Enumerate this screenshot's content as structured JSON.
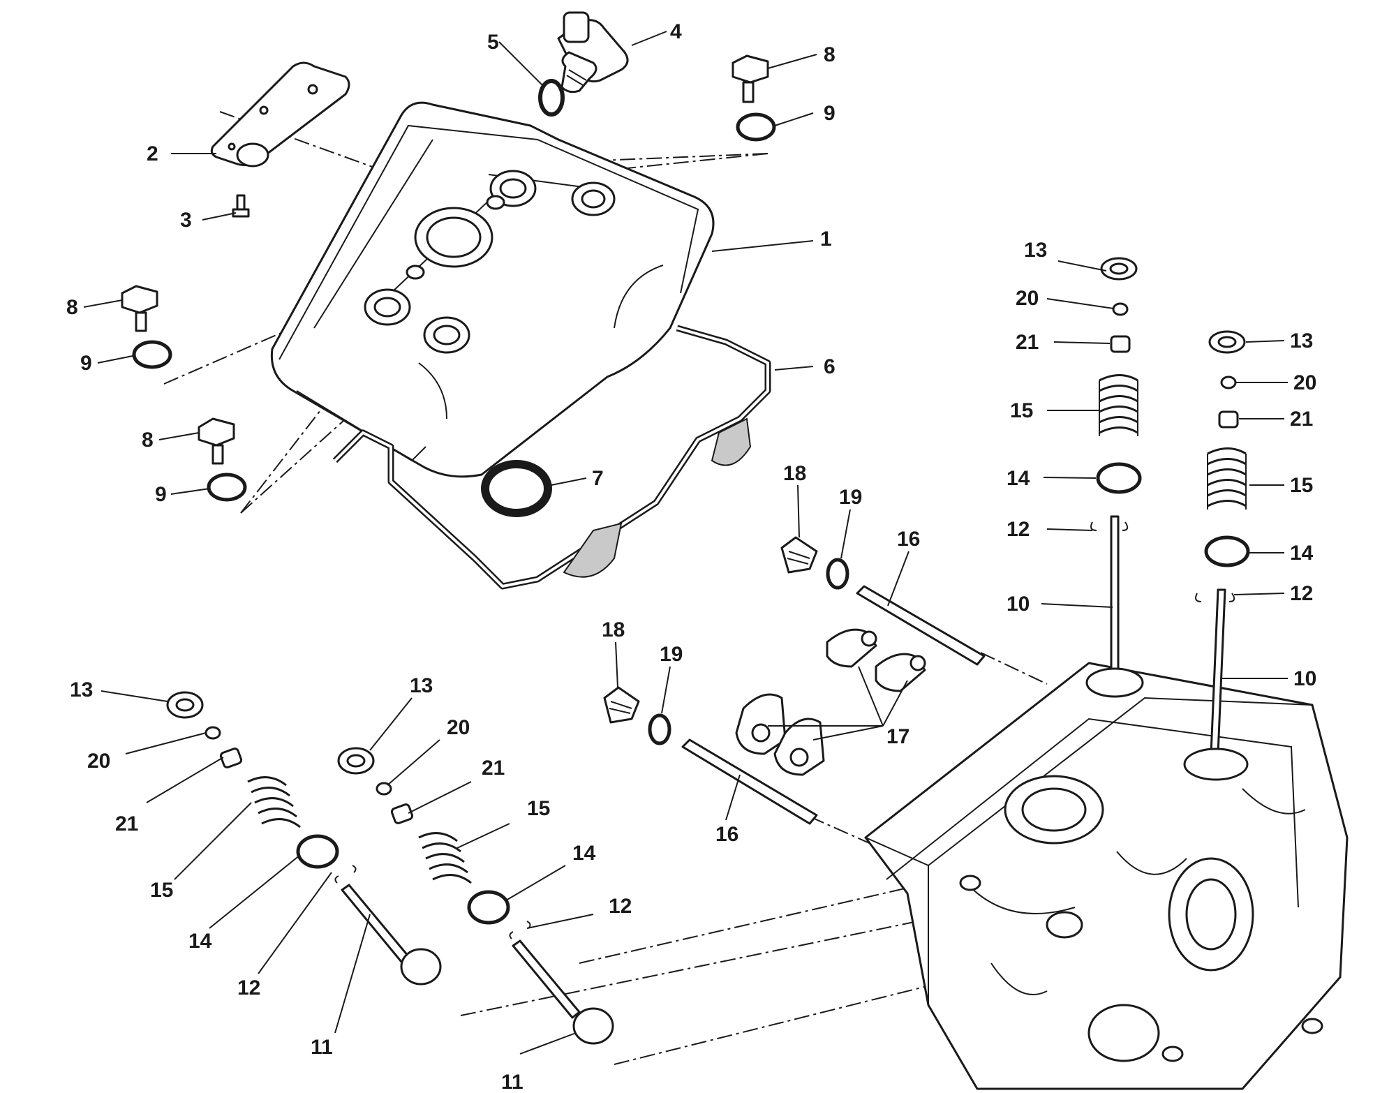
{
  "colors": {
    "line": "#1a1a1a",
    "background": "#ffffff",
    "shade": "#c9c9c9"
  },
  "callouts": {
    "c1": "1",
    "c2": "2",
    "c3": "3",
    "c4": "4",
    "c5": "5",
    "c6": "6",
    "c7": "7",
    "c8a": "8",
    "c8b": "8",
    "c8c": "8",
    "c9a": "9",
    "c9b": "9",
    "c9c": "9",
    "c10a": "10",
    "c10b": "10",
    "c11a": "11",
    "c11b": "11",
    "c12a": "12",
    "c12b": "12",
    "c12c": "12",
    "c12d": "12",
    "c13a": "13",
    "c13b": "13",
    "c13c": "13",
    "c13d": "13",
    "c14a": "14",
    "c14b": "14",
    "c14c": "14",
    "c14d": "14",
    "c15a": "15",
    "c15b": "15",
    "c15c": "15",
    "c15d": "15",
    "c16a": "16",
    "c16b": "16",
    "c17": "17",
    "c18a": "18",
    "c18b": "18",
    "c19a": "19",
    "c19b": "19",
    "c20a": "20",
    "c20b": "20",
    "c20c": "20",
    "c20d": "20",
    "c21a": "21",
    "c21b": "21",
    "c21c": "21",
    "c21d": "21"
  }
}
